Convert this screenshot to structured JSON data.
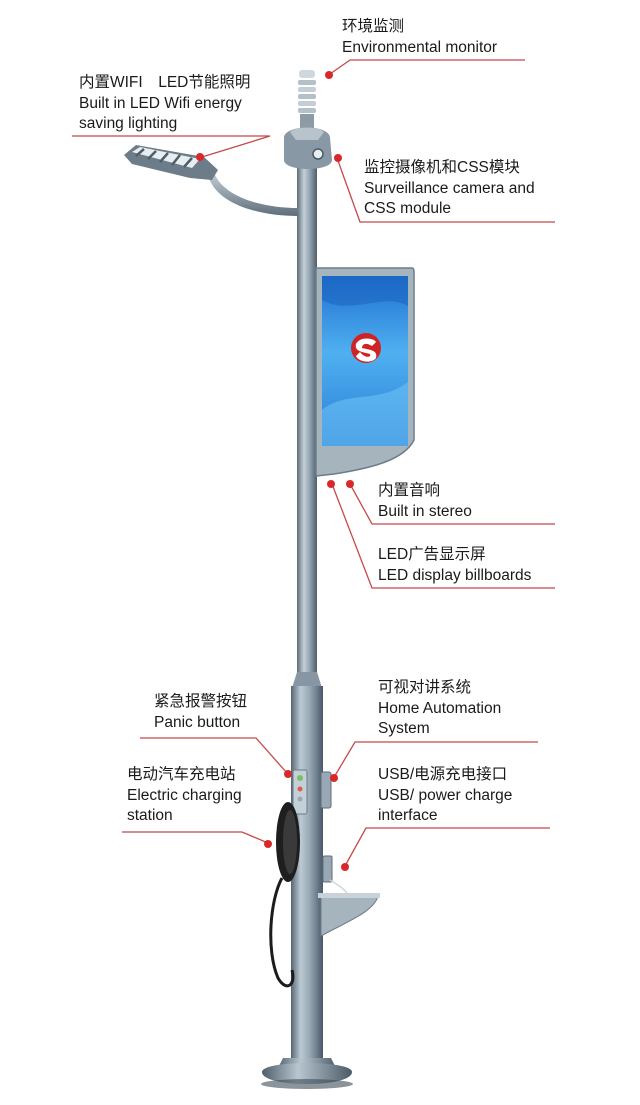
{
  "callouts": {
    "env_monitor": {
      "zh": "环境监测",
      "en": [
        "Environmental monitor"
      ]
    },
    "led_light": {
      "zh": "内置WIFI　LED节能照明",
      "en": [
        "Built in LED Wifi energy",
        "saving lighting"
      ]
    },
    "camera": {
      "zh": "监控摄像机和CSS模块",
      "en": [
        "Surveillance camera and",
        "CSS module"
      ]
    },
    "stereo": {
      "zh": "内置音响",
      "en": [
        "Built in stereo"
      ]
    },
    "billboard": {
      "zh": "LED广告显示屏",
      "en": [
        "LED display billboards"
      ]
    },
    "panic": {
      "zh": "紧急报警按钮",
      "en": [
        "Panic button"
      ]
    },
    "intercom": {
      "zh": "可视对讲系统",
      "en": [
        "Home Automation",
        "System"
      ]
    },
    "ev_charging": {
      "zh": "电动汽车充电站",
      "en": [
        "Electric charging",
        "station"
      ]
    },
    "usb": {
      "zh": "USB/电源充电接口",
      "en": [
        "USB/ power charge",
        "interface"
      ]
    }
  },
  "colors": {
    "callout_line": "#c8484a",
    "callout_dot": "#d8282a",
    "pole": "#8a9aa6",
    "screen": "#2e8fe0"
  }
}
